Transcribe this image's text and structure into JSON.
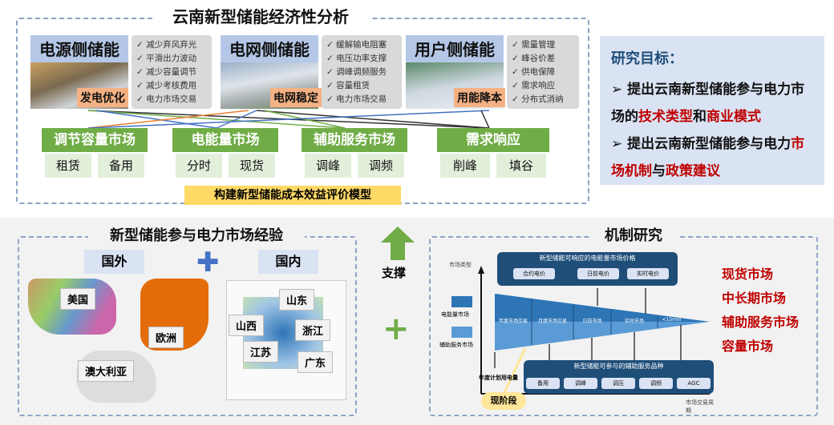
{
  "top": {
    "title": "云南新型储能经济性分析",
    "cards": [
      {
        "title": "电源侧储能",
        "badge": "发电优化",
        "items": [
          "减少弃风弃光",
          "平滑出力波动",
          "减少容量调节",
          "减少考核费用",
          "电力市场交易"
        ]
      },
      {
        "title": "电网侧储能",
        "badge": "电网稳定",
        "items": [
          "缓解输电阻塞",
          "电压功率支撑",
          "调峰调频服务",
          "容量租赁",
          "电力市场交易"
        ]
      },
      {
        "title": "用户侧储能",
        "badge": "用能降本",
        "items": [
          "需量管理",
          "峰谷价差",
          "供电保障",
          "需求响应",
          "分布式消纳"
        ]
      }
    ],
    "markets": [
      {
        "name": "调节容量市场",
        "subs": [
          "租赁",
          "备用"
        ]
      },
      {
        "name": "电能量市场",
        "subs": [
          "分时",
          "现货"
        ]
      },
      {
        "name": "辅助服务市场",
        "subs": [
          "调峰",
          "调频"
        ]
      },
      {
        "name": "需求响应",
        "subs": [
          "削峰",
          "填谷"
        ]
      }
    ],
    "model": "构建新型储能成本效益评价模型"
  },
  "goal": {
    "heading": "研究目标：",
    "p1a": "提出云南新型储能参与电力市场的",
    "p1b": "技术类型",
    "p1c": "和",
    "p1d": "商业模式",
    "p2a": "提出云南新型储能参与电力",
    "p2b": "市场机制",
    "p2c": "与",
    "p2d": "政策建议"
  },
  "experience": {
    "title": "新型储能参与电力市场经验",
    "abroad": "国外",
    "domestic": "国内",
    "abroad_labels": [
      "美国",
      "欧洲",
      "澳大利亚"
    ],
    "domestic_labels": [
      "山东",
      "山西",
      "浙江",
      "江苏",
      "广东"
    ]
  },
  "center": {
    "support": "支撑"
  },
  "mechanism": {
    "title": "机制研究",
    "yaxis": "市场类型",
    "xaxis": "市场交易周期",
    "legend": [
      "电能量市场",
      "辅助服务市场"
    ],
    "price_title": "新型储能可响应的电能量市场价格",
    "prices": [
      "合约电价",
      "日前电价",
      "实时电价"
    ],
    "segments": [
      "年度市场交易",
      "月度市场交易",
      "日前市场",
      "实时市场",
      "<15min"
    ],
    "service_title": "新型储能可参与的辅助服务品种",
    "services": [
      "备用",
      "调峰",
      "调压",
      "调频",
      "AGC"
    ],
    "plan": "年度计划用电量",
    "stage": "现阶段",
    "results": [
      "现货市场",
      "中长期市场",
      "辅助服务市场",
      "容量市场"
    ]
  }
}
